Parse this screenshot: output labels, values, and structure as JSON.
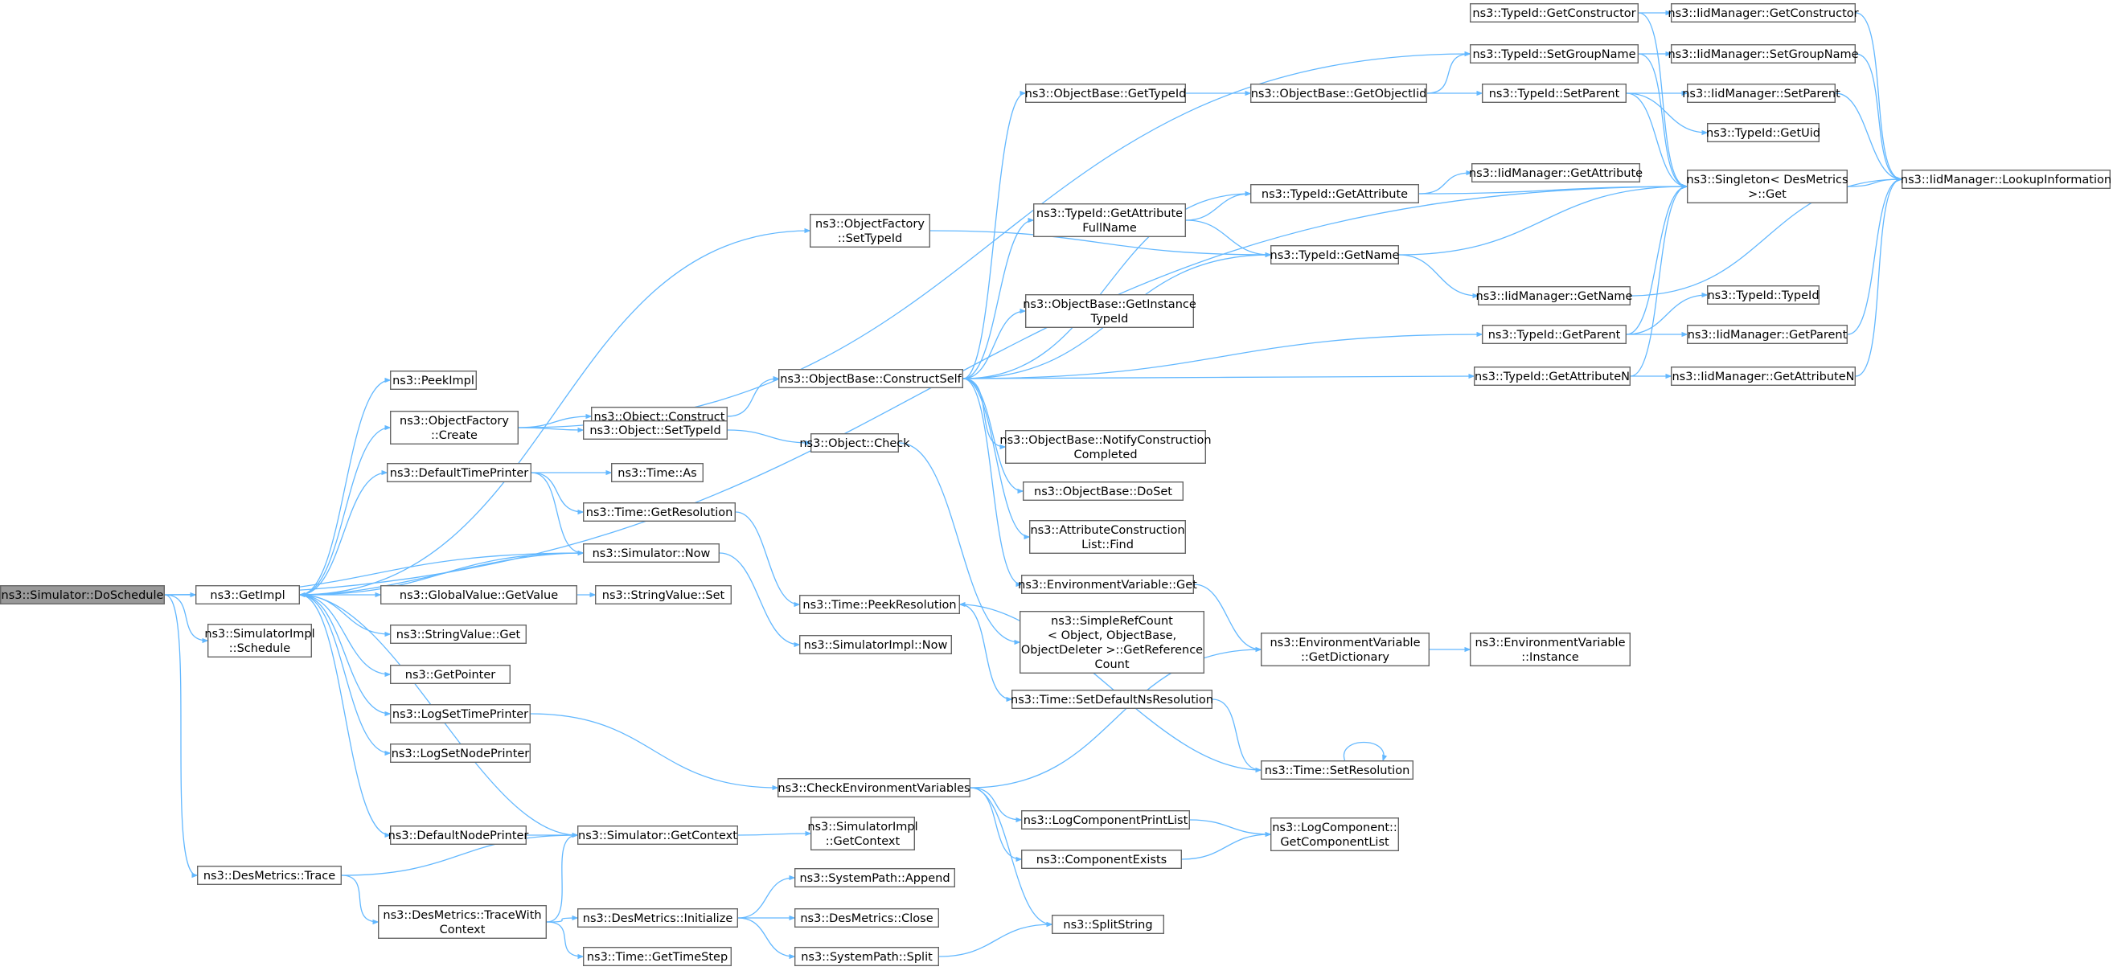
{
  "title": "",
  "nodes": [
    {
      "id": "DoSchedule",
      "lines": [
        "ns3::Simulator::DoSchedule"
      ],
      "root": true
    },
    {
      "id": "GetImpl",
      "lines": [
        "ns3::GetImpl"
      ]
    },
    {
      "id": "SimImplSchedule",
      "lines": [
        "ns3::SimulatorImpl",
        "::Schedule"
      ]
    },
    {
      "id": "DesTrace",
      "lines": [
        "ns3::DesMetrics::Trace"
      ]
    },
    {
      "id": "PeekImpl",
      "lines": [
        "ns3::PeekImpl"
      ]
    },
    {
      "id": "OFCreate",
      "lines": [
        "ns3::ObjectFactory",
        "::Create"
      ]
    },
    {
      "id": "DefaultTimePrinter",
      "lines": [
        "ns3::DefaultTimePrinter"
      ]
    },
    {
      "id": "SimNow",
      "lines": [
        "ns3::Simulator::Now"
      ]
    },
    {
      "id": "GVGetValue",
      "lines": [
        "ns3::GlobalValue::GetValue"
      ]
    },
    {
      "id": "SVGet",
      "lines": [
        "ns3::StringValue::Get"
      ]
    },
    {
      "id": "GetPointer",
      "lines": [
        "ns3::GetPointer"
      ]
    },
    {
      "id": "LogSetTimePrinter",
      "lines": [
        "ns3::LogSetTimePrinter"
      ]
    },
    {
      "id": "LogSetNodePrinter",
      "lines": [
        "ns3::LogSetNodePrinter"
      ]
    },
    {
      "id": "DefaultNodePrinter",
      "lines": [
        "ns3::DefaultNodePrinter"
      ]
    },
    {
      "id": "SimGetContext",
      "lines": [
        "ns3::Simulator::GetContext"
      ]
    },
    {
      "id": "TraceWithContext",
      "lines": [
        "ns3::DesMetrics::TraceWith",
        "Context"
      ]
    },
    {
      "id": "OFSetTypeId",
      "lines": [
        "ns3::ObjectFactory",
        "::SetTypeId"
      ]
    },
    {
      "id": "ObjConstruct",
      "lines": [
        "ns3::Object::Construct"
      ]
    },
    {
      "id": "ObjSetTypeId",
      "lines": [
        "ns3::Object::SetTypeId"
      ]
    },
    {
      "id": "TimeAs",
      "lines": [
        "ns3::Time::As"
      ]
    },
    {
      "id": "TimeGetResolution",
      "lines": [
        "ns3::Time::GetResolution"
      ]
    },
    {
      "id": "SVSet",
      "lines": [
        "ns3::StringValue::Set"
      ]
    },
    {
      "id": "TimePeekResolution",
      "lines": [
        "ns3::Time::PeekResolution"
      ]
    },
    {
      "id": "SimImplNow",
      "lines": [
        "ns3::SimulatorImpl::Now"
      ]
    },
    {
      "id": "CheckEnvVars",
      "lines": [
        "ns3::CheckEnvironmentVariables"
      ]
    },
    {
      "id": "SimImplGetContext",
      "lines": [
        "ns3::SimulatorImpl",
        "::GetContext"
      ]
    },
    {
      "id": "SysPathAppend",
      "lines": [
        "ns3::SystemPath::Append"
      ]
    },
    {
      "id": "DesInitialize",
      "lines": [
        "ns3::DesMetrics::Initialize"
      ]
    },
    {
      "id": "DesClose",
      "lines": [
        "ns3::DesMetrics::Close"
      ]
    },
    {
      "id": "TimeGetTimeStep",
      "lines": [
        "ns3::Time::GetTimeStep"
      ]
    },
    {
      "id": "SysPathSplit",
      "lines": [
        "ns3::SystemPath::Split"
      ]
    },
    {
      "id": "ObjCheck",
      "lines": [
        "ns3::Object::Check"
      ]
    },
    {
      "id": "ConstructSelf",
      "lines": [
        "ns3::ObjectBase::ConstructSelf"
      ]
    },
    {
      "id": "OBGetTypeId",
      "lines": [
        "ns3::ObjectBase::GetTypeId"
      ]
    },
    {
      "id": "TIdGetAttrFullName",
      "lines": [
        "ns3::TypeId::GetAttribute",
        "FullName"
      ]
    },
    {
      "id": "OBGetInstanceTypeId",
      "lines": [
        "ns3::ObjectBase::GetInstance",
        "TypeId"
      ]
    },
    {
      "id": "OBNotifyConstruction",
      "lines": [
        "ns3::ObjectBase::NotifyConstruction",
        "Completed"
      ]
    },
    {
      "id": "OBDoSet",
      "lines": [
        "ns3::ObjectBase::DoSet"
      ]
    },
    {
      "id": "ACLFind",
      "lines": [
        "ns3::AttributeConstruction",
        "List::Find"
      ]
    },
    {
      "id": "EnvVarGet",
      "lines": [
        "ns3::EnvironmentVariable::Get"
      ]
    },
    {
      "id": "SRCGetRefCount",
      "lines": [
        "ns3::SimpleRefCount",
        "< Object, ObjectBase,",
        "ObjectDeleter >::GetReference",
        "Count"
      ]
    },
    {
      "id": "TimeSetDefaultNs",
      "lines": [
        "ns3::Time::SetDefaultNsResolution"
      ]
    },
    {
      "id": "LogCompPrintList",
      "lines": [
        "ns3::LogComponentPrintList"
      ]
    },
    {
      "id": "CompExists",
      "lines": [
        "ns3::ComponentExists"
      ]
    },
    {
      "id": "SplitString",
      "lines": [
        "ns3::SplitString"
      ]
    },
    {
      "id": "OBGetObjectIid",
      "lines": [
        "ns3::ObjectBase::GetObjectIid"
      ]
    },
    {
      "id": "TIdGetAttribute",
      "lines": [
        "ns3::TypeId::GetAttribute"
      ]
    },
    {
      "id": "TIdGetName",
      "lines": [
        "ns3::TypeId::GetName"
      ]
    },
    {
      "id": "EnvVarGetDict",
      "lines": [
        "ns3::EnvironmentVariable",
        "::GetDictionary"
      ]
    },
    {
      "id": "TimeSetResolution",
      "lines": [
        "ns3::Time::SetResolution"
      ]
    },
    {
      "id": "LogCompGetList",
      "lines": [
        "ns3::LogComponent::",
        "GetComponentList"
      ]
    },
    {
      "id": "TIdGetConstructor",
      "lines": [
        "ns3::TypeId::GetConstructor"
      ]
    },
    {
      "id": "TIdSetGroupName",
      "lines": [
        "ns3::TypeId::SetGroupName"
      ]
    },
    {
      "id": "TIdSetParent",
      "lines": [
        "ns3::TypeId::SetParent"
      ]
    },
    {
      "id": "IidGetAttribute",
      "lines": [
        "ns3::IidManager::GetAttribute"
      ]
    },
    {
      "id": "IidGetName",
      "lines": [
        "ns3::IidManager::GetName"
      ]
    },
    {
      "id": "TIdGetParent",
      "lines": [
        "ns3::TypeId::GetParent"
      ]
    },
    {
      "id": "TIdGetAttributeN",
      "lines": [
        "ns3::TypeId::GetAttributeN"
      ]
    },
    {
      "id": "EnvVarInstance",
      "lines": [
        "ns3::EnvironmentVariable",
        "::Instance"
      ]
    },
    {
      "id": "IidGetConstructor",
      "lines": [
        "ns3::IidManager::GetConstructor"
      ]
    },
    {
      "id": "IidSetGroupName",
      "lines": [
        "ns3::IidManager::SetGroupName"
      ]
    },
    {
      "id": "IidSetParent",
      "lines": [
        "ns3::IidManager::SetParent"
      ]
    },
    {
      "id": "TIdGetUid",
      "lines": [
        "ns3::TypeId::GetUid"
      ]
    },
    {
      "id": "SingletonGet",
      "lines": [
        "ns3::Singleton< DesMetrics",
        ">::Get"
      ]
    },
    {
      "id": "TIdTypeId",
      "lines": [
        "ns3::TypeId::TypeId"
      ]
    },
    {
      "id": "IidGetParent",
      "lines": [
        "ns3::IidManager::GetParent"
      ]
    },
    {
      "id": "IidGetAttributeN",
      "lines": [
        "ns3::IidManager::GetAttributeN"
      ]
    },
    {
      "id": "IidLookupInfo",
      "lines": [
        "ns3::IidManager::LookupInformation"
      ]
    }
  ],
  "edges": [
    [
      "DoSchedule",
      "GetImpl"
    ],
    [
      "DoSchedule",
      "SimImplSchedule"
    ],
    [
      "DoSchedule",
      "DesTrace"
    ],
    [
      "DoSchedule",
      "SimNow"
    ],
    [
      "DoSchedule",
      "SingletonGet"
    ],
    [
      "GetImpl",
      "PeekImpl"
    ],
    [
      "GetImpl",
      "OFCreate"
    ],
    [
      "GetImpl",
      "DefaultTimePrinter"
    ],
    [
      "GetImpl",
      "SimNow"
    ],
    [
      "GetImpl",
      "GVGetValue"
    ],
    [
      "GetImpl",
      "SVGet"
    ],
    [
      "GetImpl",
      "GetPointer"
    ],
    [
      "GetImpl",
      "LogSetTimePrinter"
    ],
    [
      "GetImpl",
      "LogSetNodePrinter"
    ],
    [
      "GetImpl",
      "DefaultNodePrinter"
    ],
    [
      "GetImpl",
      "OFSetTypeId"
    ],
    [
      "SimNow",
      "GetImpl"
    ],
    [
      "SimGetContext",
      "GetImpl"
    ],
    [
      "DesTrace",
      "SimGetContext"
    ],
    [
      "DesTrace",
      "TraceWithContext"
    ],
    [
      "OFCreate",
      "ObjConstruct"
    ],
    [
      "OFCreate",
      "ObjSetTypeId"
    ],
    [
      "OFCreate",
      "TIdSetGroupName"
    ],
    [
      "DefaultTimePrinter",
      "TimeAs"
    ],
    [
      "DefaultTimePrinter",
      "TimeGetResolution"
    ],
    [
      "DefaultTimePrinter",
      "SimNow"
    ],
    [
      "SimNow",
      "SimImplNow"
    ],
    [
      "GVGetValue",
      "SVSet"
    ],
    [
      "LogSetTimePrinter",
      "CheckEnvVars"
    ],
    [
      "DefaultNodePrinter",
      "SimGetContext"
    ],
    [
      "SimGetContext",
      "SimImplGetContext"
    ],
    [
      "TraceWithContext",
      "SimGetContext"
    ],
    [
      "TraceWithContext",
      "DesInitialize"
    ],
    [
      "TraceWithContext",
      "TimeGetTimeStep"
    ],
    [
      "OFSetTypeId",
      "TIdGetName"
    ],
    [
      "ObjConstruct",
      "ConstructSelf"
    ],
    [
      "ObjSetTypeId",
      "ObjCheck"
    ],
    [
      "TimeGetResolution",
      "TimePeekResolution"
    ],
    [
      "DesInitialize",
      "SysPathAppend"
    ],
    [
      "DesInitialize",
      "DesClose"
    ],
    [
      "DesInitialize",
      "SysPathSplit"
    ],
    [
      "SysPathSplit",
      "SplitString"
    ],
    [
      "ObjCheck",
      "SRCGetRefCount"
    ],
    [
      "ConstructSelf",
      "OBGetTypeId"
    ],
    [
      "ConstructSelf",
      "TIdGetAttrFullName"
    ],
    [
      "ConstructSelf",
      "OBGetInstanceTypeId"
    ],
    [
      "ConstructSelf",
      "OBNotifyConstruction"
    ],
    [
      "ConstructSelf",
      "OBDoSet"
    ],
    [
      "ConstructSelf",
      "ACLFind"
    ],
    [
      "ConstructSelf",
      "EnvVarGet"
    ],
    [
      "ConstructSelf",
      "TIdGetAttribute"
    ],
    [
      "ConstructSelf",
      "TIdGetName"
    ],
    [
      "ConstructSelf",
      "TIdGetParent"
    ],
    [
      "ConstructSelf",
      "TIdGetAttributeN"
    ],
    [
      "CheckEnvVars",
      "EnvVarGetDict"
    ],
    [
      "CheckEnvVars",
      "LogCompPrintList"
    ],
    [
      "CheckEnvVars",
      "CompExists"
    ],
    [
      "CheckEnvVars",
      "SplitString"
    ],
    [
      "TimePeekResolution",
      "TimeSetDefaultNs"
    ],
    [
      "TimeSetDefaultNs",
      "TimeSetResolution"
    ],
    [
      "TimeSetResolution",
      "TimePeekResolution"
    ],
    [
      "TimeSetResolution",
      "TimeSetResolution"
    ],
    [
      "EnvVarGet",
      "EnvVarGetDict"
    ],
    [
      "EnvVarGetDict",
      "EnvVarInstance"
    ],
    [
      "LogCompPrintList",
      "LogCompGetList"
    ],
    [
      "CompExists",
      "LogCompGetList"
    ],
    [
      "OBGetTypeId",
      "OBGetObjectIid"
    ],
    [
      "OBGetObjectIid",
      "TIdSetGroupName"
    ],
    [
      "OBGetObjectIid",
      "TIdSetParent"
    ],
    [
      "TIdGetAttrFullName",
      "TIdGetAttribute"
    ],
    [
      "TIdGetAttrFullName",
      "TIdGetName"
    ],
    [
      "TIdGetAttribute",
      "IidGetAttribute"
    ],
    [
      "TIdGetAttribute",
      "SingletonGet"
    ],
    [
      "TIdGetName",
      "IidGetName"
    ],
    [
      "TIdGetName",
      "SingletonGet"
    ],
    [
      "TIdGetConstructor",
      "IidGetConstructor"
    ],
    [
      "TIdGetConstructor",
      "SingletonGet"
    ],
    [
      "TIdSetGroupName",
      "IidSetGroupName"
    ],
    [
      "TIdSetGroupName",
      "SingletonGet"
    ],
    [
      "TIdSetParent",
      "IidSetParent"
    ],
    [
      "TIdSetParent",
      "TIdGetUid"
    ],
    [
      "TIdSetParent",
      "SingletonGet"
    ],
    [
      "TIdGetParent",
      "TIdTypeId"
    ],
    [
      "TIdGetParent",
      "IidGetParent"
    ],
    [
      "TIdGetParent",
      "SingletonGet"
    ],
    [
      "TIdGetAttributeN",
      "IidGetAttributeN"
    ],
    [
      "TIdGetAttributeN",
      "SingletonGet"
    ],
    [
      "IidGetConstructor",
      "IidLookupInfo"
    ],
    [
      "IidSetGroupName",
      "IidLookupInfo"
    ],
    [
      "IidSetParent",
      "IidLookupInfo"
    ],
    [
      "IidGetName",
      "IidLookupInfo"
    ],
    [
      "IidGetParent",
      "IidLookupInfo"
    ],
    [
      "IidGetAttributeN",
      "IidLookupInfo"
    ],
    [
      "SingletonGet",
      "IidLookupInfo"
    ]
  ]
}
